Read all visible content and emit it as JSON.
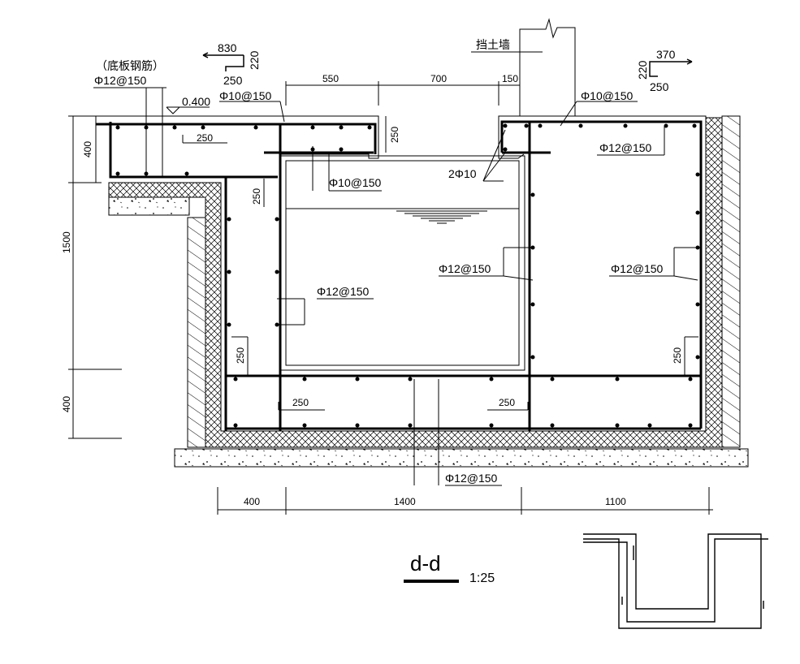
{
  "drawing": {
    "section_title": "d-d",
    "section_scale": "1:25",
    "note_bottom_rebar": "（底板钢筋）",
    "retaining_wall_label": "挡土墙",
    "elevation": "0.400"
  },
  "rebar_labels": {
    "bottom_top": "Φ12@150",
    "left_top_slab": "Φ10@150",
    "inner_top": "Φ10@150",
    "right_top_slab": "Φ10@150",
    "corner_bars": "2Φ10",
    "right_top_mid": "Φ12@150",
    "left_wall": "Φ12@150",
    "mid_wall": "Φ12@150",
    "right_wall": "Φ12@150",
    "bottom_slab": "Φ12@150"
  },
  "bend_details": {
    "left": {
      "length": "830",
      "hook": "220",
      "leg": "250"
    },
    "right": {
      "length": "370",
      "hook": "220",
      "leg": "250"
    }
  },
  "dimensions": {
    "top": [
      "550",
      "700",
      "150"
    ],
    "left_vertical": [
      "400",
      "1500",
      "400"
    ],
    "bottom": [
      "400",
      "1400",
      "1100"
    ],
    "anchor": "250"
  }
}
